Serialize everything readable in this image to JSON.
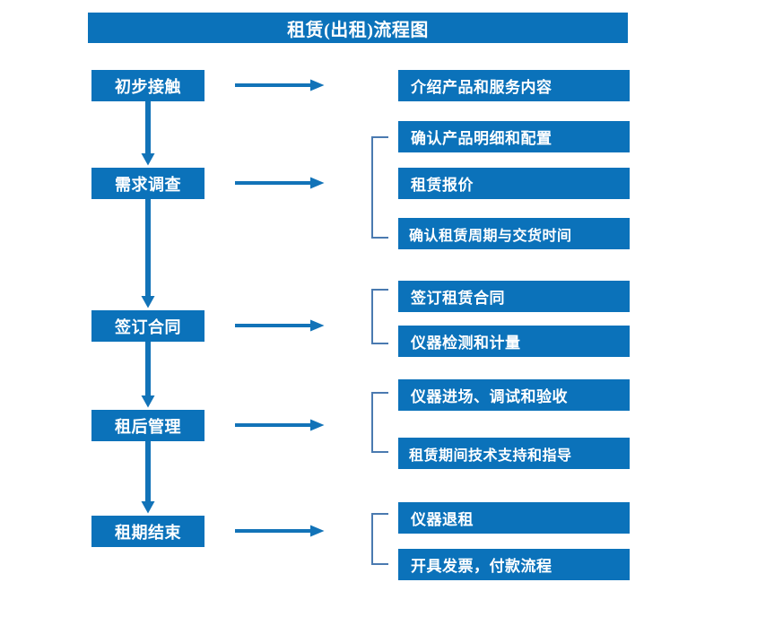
{
  "page": {
    "background_color": "#ffffff",
    "box_color": "#0b72ba",
    "arrow_color": "#1273b8",
    "bracket_color": "#4a7ab0",
    "text_color": "#ffffff"
  },
  "title": {
    "label": "租赁(出租)流程图"
  },
  "stages": [
    {
      "label": "初步接触"
    },
    {
      "label": "需求调查"
    },
    {
      "label": "签订合同"
    },
    {
      "label": "租后管理"
    },
    {
      "label": "租期结束"
    }
  ],
  "details": [
    {
      "label": "介绍产品和服务内容"
    },
    {
      "label": "确认产品明细和配置"
    },
    {
      "label": "租赁报价"
    },
    {
      "label": "确认租赁周期与交货时间"
    },
    {
      "label": "签订租赁合同"
    },
    {
      "label": "仪器检测和计量"
    },
    {
      "label": "仪器进场、调试和验收"
    },
    {
      "label": "租赁期间技术支持和指导"
    },
    {
      "label": "仪器退租"
    },
    {
      "label": "开具发票，付款流程"
    }
  ],
  "connectors": {
    "horizontal_arrow_count": 5,
    "vertical_arrow_count": 4,
    "bracket_count": 4
  }
}
